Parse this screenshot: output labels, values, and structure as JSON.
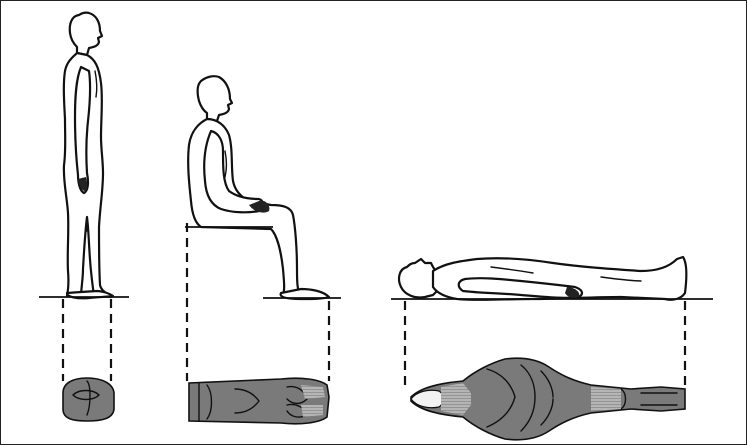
{
  "figure": {
    "description_labels": [],
    "postures": [
      "standing",
      "sitting",
      "lying"
    ],
    "colors": {
      "ink": "#111111",
      "shadow": "#7a7a7a",
      "background": "#ffffff"
    }
  }
}
